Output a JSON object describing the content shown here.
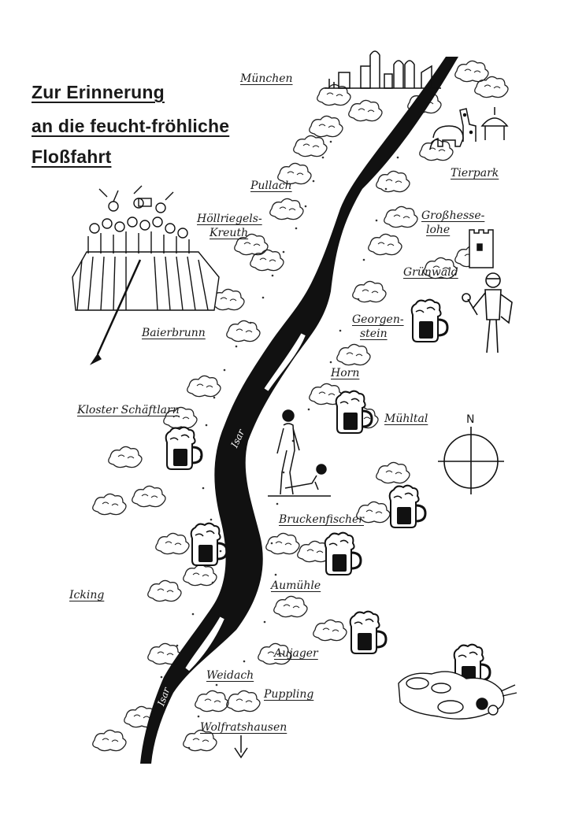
{
  "title": {
    "line1": "Zur Erinnerung",
    "line2": "an die feucht-fröhliche",
    "line3": "Floßfahrt"
  },
  "river": {
    "label": "Isar",
    "color": "#111111"
  },
  "places": {
    "muenchen": "München",
    "tierpark": "Tierpark",
    "pullach": "Pullach",
    "grosshesselohe_1": "Großhesse-",
    "grosshesselohe_2": "lohe",
    "hoellriegelskreuth_1": "Höllriegels-",
    "hoellriegelskreuth_2": "Kreuth",
    "gruenwald": "Grünwald",
    "baierbrunn": "Baierbrunn",
    "georgenstein_1": "Georgen-",
    "georgenstein_2": "stein",
    "horn": "Horn",
    "muehltal": "Mühltal",
    "kloster_schaeftlarn": "Kloster Schäftlarn",
    "bruckenfischer": "Bruckenfischer",
    "icking": "Icking",
    "aumuehle": "Aumühle",
    "aujager": "Aujager",
    "weidach": "Weidach",
    "puppling": "Puppling",
    "wolfratshausen": "Wolfratshausen"
  },
  "compass": {
    "north": "N"
  },
  "icons": [
    "city-skyline-icon",
    "giraffe-icon",
    "elephant-icon",
    "castle-tower-icon",
    "knight-icon",
    "beer-mug-icon",
    "raft-icon",
    "bathers-icon",
    "compass-rose-icon",
    "food-platter-icon",
    "down-arrow-icon"
  ]
}
